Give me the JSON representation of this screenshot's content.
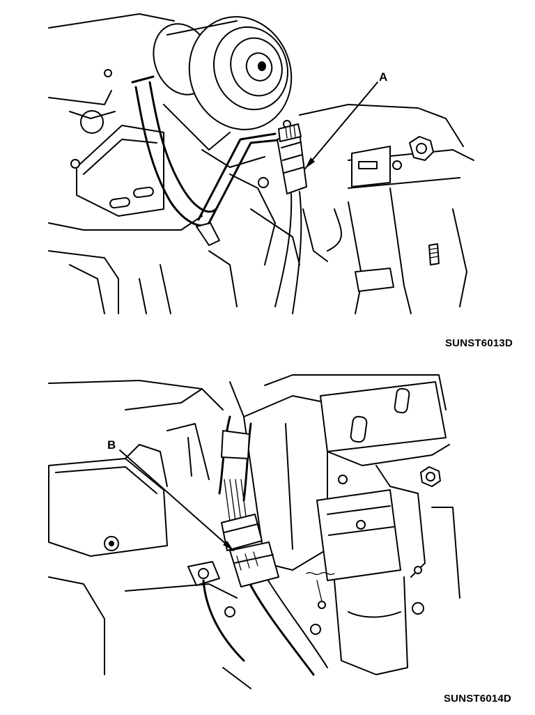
{
  "figures": [
    {
      "callout": "A",
      "caption": "SUNST6013D"
    },
    {
      "callout": "B",
      "caption": "SUNST6014D"
    }
  ],
  "colors": {
    "line": "#000000",
    "background": "#ffffff"
  }
}
